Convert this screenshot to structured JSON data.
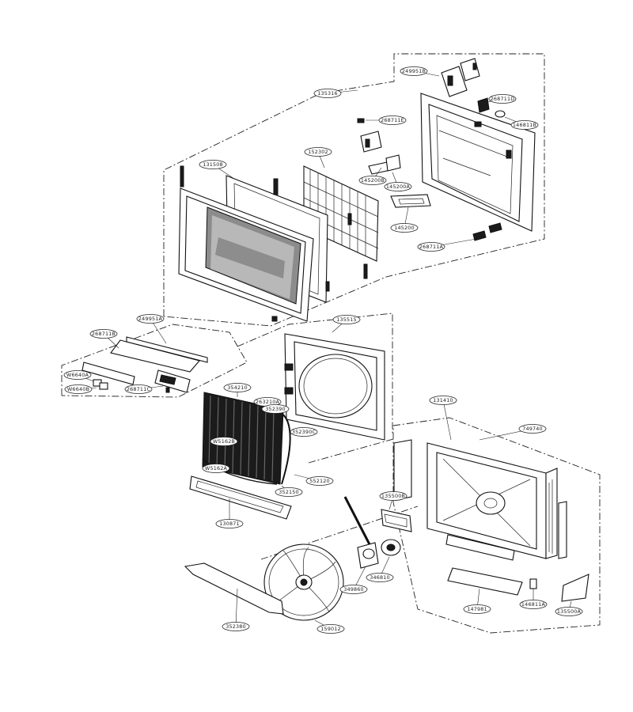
{
  "diagram": {
    "type": "exploded-parts-view",
    "callouts": [
      {
        "id": "c249951b",
        "label": "249951B"
      },
      {
        "id": "c135316",
        "label": "135316"
      },
      {
        "id": "c268711d",
        "label": "268711D"
      },
      {
        "id": "c146811b",
        "label": "146811B"
      },
      {
        "id": "c268711e",
        "label": "268711E"
      },
      {
        "id": "c152302",
        "label": "152302"
      },
      {
        "id": "c131508",
        "label": "131508"
      },
      {
        "id": "c145200b",
        "label": "145200B"
      },
      {
        "id": "c145200a",
        "label": "145200A"
      },
      {
        "id": "c145200",
        "label": "145200"
      },
      {
        "id": "c268711a",
        "label": "268711A"
      },
      {
        "id": "c249951a",
        "label": "249951A"
      },
      {
        "id": "c268711b",
        "label": "268711B"
      },
      {
        "id": "c135515",
        "label": "135515"
      },
      {
        "id": "cw6640a",
        "label": "W6640A"
      },
      {
        "id": "cw6640b",
        "label": "W6640B"
      },
      {
        "id": "c268711c",
        "label": "268711C"
      },
      {
        "id": "c354210",
        "label": "354210"
      },
      {
        "id": "c263210a",
        "label": "263210A"
      },
      {
        "id": "c352390",
        "label": "352390"
      },
      {
        "id": "c352390c",
        "label": "352390C"
      },
      {
        "id": "c131410",
        "label": "131410"
      },
      {
        "id": "c749740",
        "label": "749740"
      },
      {
        "id": "cw5162b",
        "label": "W5162B"
      },
      {
        "id": "cw5162a",
        "label": "W5162A"
      },
      {
        "id": "c552120",
        "label": "552120"
      },
      {
        "id": "c352150",
        "label": "352150"
      },
      {
        "id": "c135500b",
        "label": "135500B"
      },
      {
        "id": "c130871",
        "label": "130871"
      },
      {
        "id": "c346810",
        "label": "346810"
      },
      {
        "id": "c349860",
        "label": "349860"
      },
      {
        "id": "c147981",
        "label": "147981"
      },
      {
        "id": "c146811a",
        "label": "146811A"
      },
      {
        "id": "c135500a",
        "label": "135500A"
      },
      {
        "id": "c352380",
        "label": "352380"
      },
      {
        "id": "c159012",
        "label": "159012"
      }
    ]
  }
}
